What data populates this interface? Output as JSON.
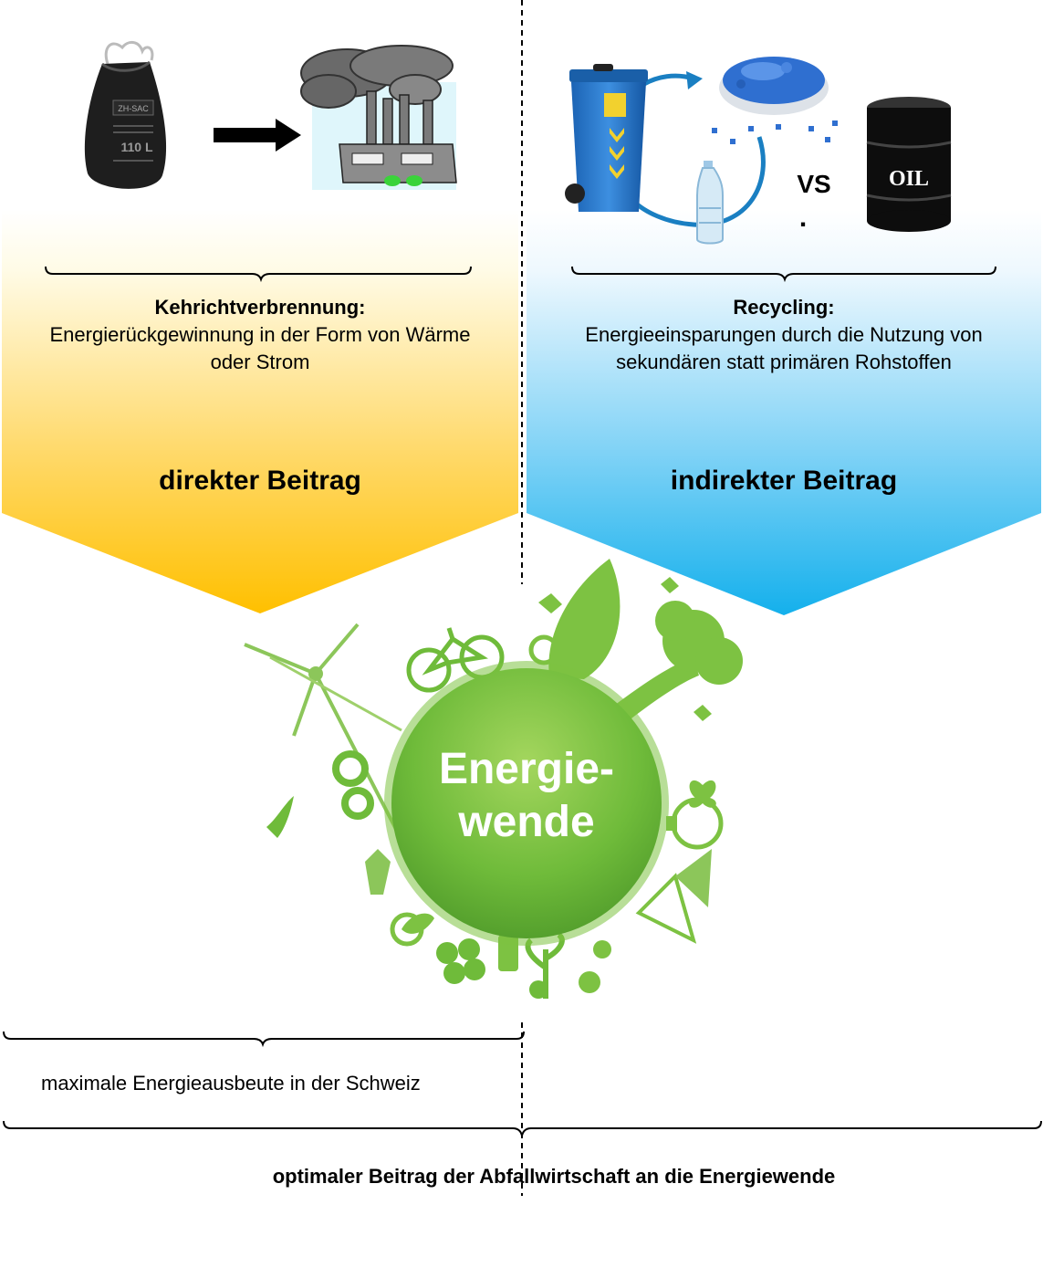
{
  "left": {
    "heading": "Kehrichtverbrennung:",
    "line1": "Energierückgewinnung in der Form von Wärme",
    "line2": "oder Strom",
    "contribution": "direkter Beitrag",
    "bag_label": "ZH-SAC",
    "bag_size": "110 L",
    "color_top": "#fffce8",
    "color_bottom": "#ffc20e"
  },
  "right": {
    "heading": "Recycling:",
    "line1": "Energieeinsparungen durch die Nutzung von",
    "line2": "sekundären statt primären Rohstoffen",
    "contribution": "indirekter Beitrag",
    "vs": "VS",
    "dot": ".",
    "oil": "OIL",
    "color_top": "#ffffff",
    "color_bottom": "#1fb8ee"
  },
  "center": {
    "line1": "Energie-",
    "line2": "wende",
    "color": "#6fbb3a"
  },
  "bottom": {
    "left_caption": "maximale Energieausbeute in der Schweiz",
    "main_caption": "optimaler Beitrag der Abfallwirtschaft an die Energiewende"
  }
}
